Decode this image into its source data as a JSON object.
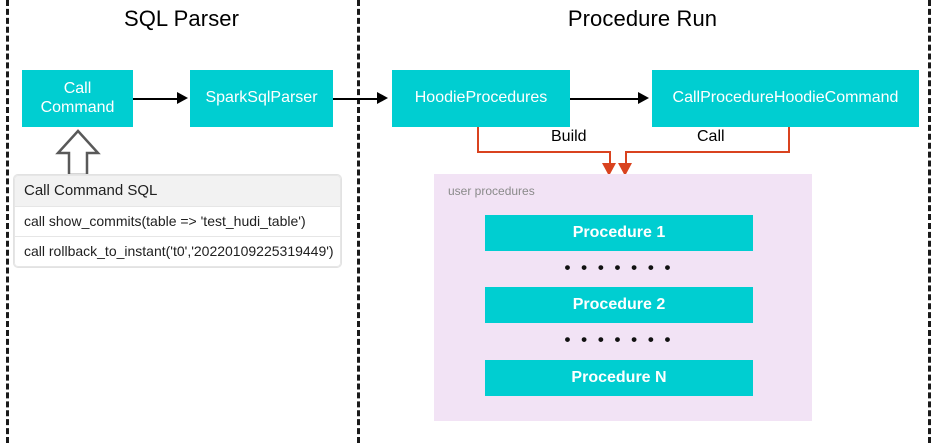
{
  "diagram": {
    "title_left": "SQL Parser",
    "title_right": "Procedure Run",
    "colors": {
      "node_fill": "#00CED1",
      "node_text": "#FFFFFF",
      "panel_fill": "#F2E3F5",
      "connector": "#D9431F",
      "arrow": "#000000",
      "divider": "#1A1A1A"
    }
  },
  "nodes": {
    "call_command": "Call\nCommand",
    "spark_sql_parser": "SparkSqlParser",
    "hoodie_procedures": "HoodieProcedures",
    "call_procedure_hoodie_command": "CallProcedureHoodieCommand"
  },
  "connectors": {
    "build_label": "Build",
    "call_label": "Call"
  },
  "sql_table": {
    "header": "Call Command SQL",
    "rows": [
      "call show_commits(table => 'test_hudi_table')",
      "call rollback_to_instant('t0','20220109225319449')"
    ]
  },
  "user_procedures_panel": {
    "label": "user procedures",
    "items": [
      "Procedure 1",
      "Procedure 2",
      "Procedure N"
    ],
    "separators": [
      "• • • • • • •",
      "• • • • • • •"
    ]
  }
}
